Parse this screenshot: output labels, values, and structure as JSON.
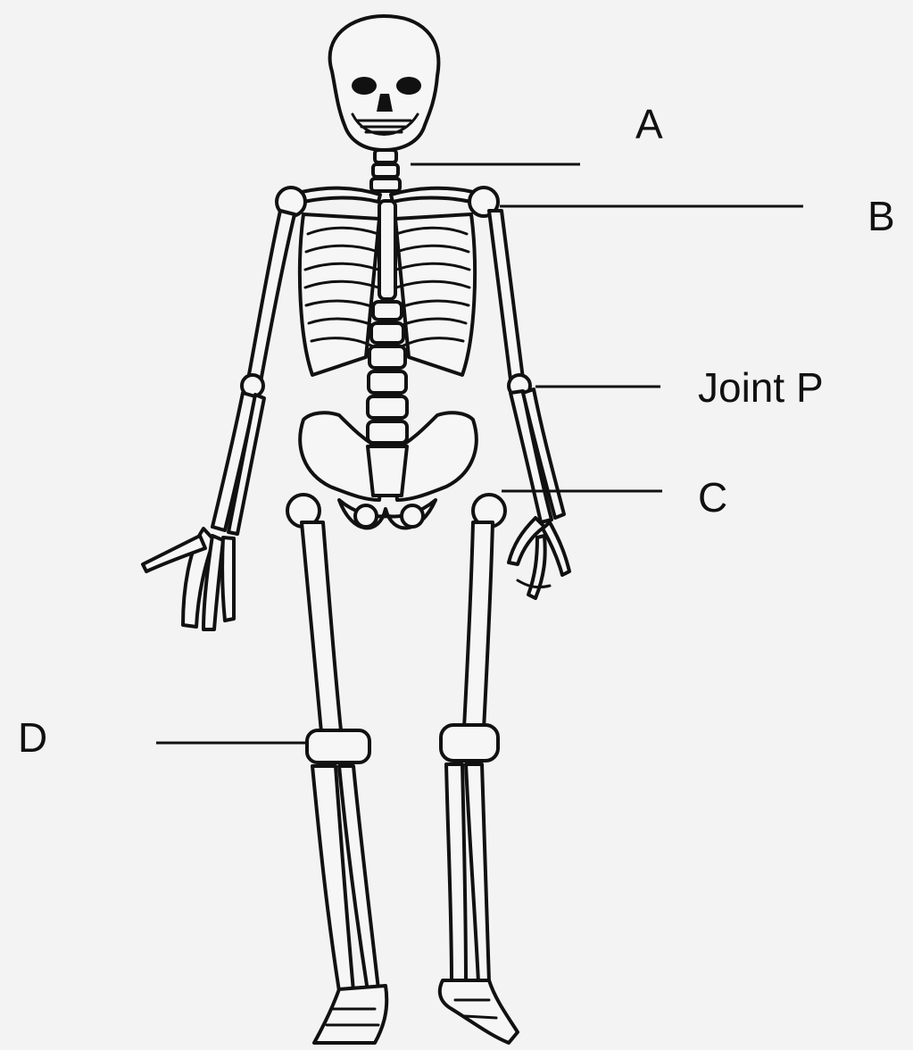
{
  "labels": {
    "a": "A",
    "b": "B",
    "joint_p": "Joint P",
    "c": "C",
    "d": "D"
  }
}
